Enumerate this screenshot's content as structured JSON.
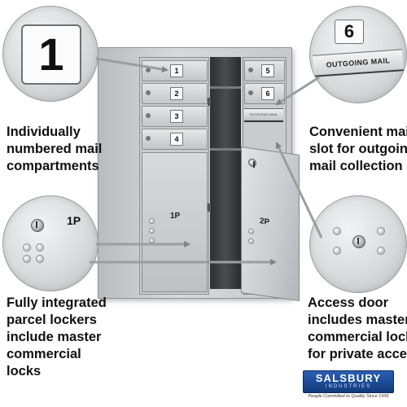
{
  "callouts": {
    "top_left": {
      "compartment_number": "1"
    },
    "top_right": {
      "compartment_number": "6",
      "slot_label": "OUTGOING MAIL"
    },
    "bottom_left": {
      "parcel_label": "1P"
    }
  },
  "features": {
    "numbered": [
      "Individually",
      "numbered mail",
      "compartments"
    ],
    "mail_slot": [
      "Convenient mail",
      "slot for outgoing",
      "mail collection"
    ],
    "parcel_lockers": [
      "Fully integrated",
      "parcel lockers",
      "include master",
      "commercial",
      "locks"
    ],
    "access_door": [
      "Access door",
      "includes master",
      "commercial lock",
      "for private access"
    ]
  },
  "mailbox": {
    "left_compartments": [
      "1",
      "2",
      "3",
      "4"
    ],
    "right_compartments": [
      "5",
      "6"
    ],
    "parcel_lockers": [
      "1P",
      "2P"
    ],
    "slot_label": "OUTGOING MAIL"
  },
  "brand": {
    "name": "SALSBURY",
    "sub": "INDUSTRIES",
    "tagline": "People Committed to Quality Since 1936",
    "color": "#1f4fa0"
  }
}
